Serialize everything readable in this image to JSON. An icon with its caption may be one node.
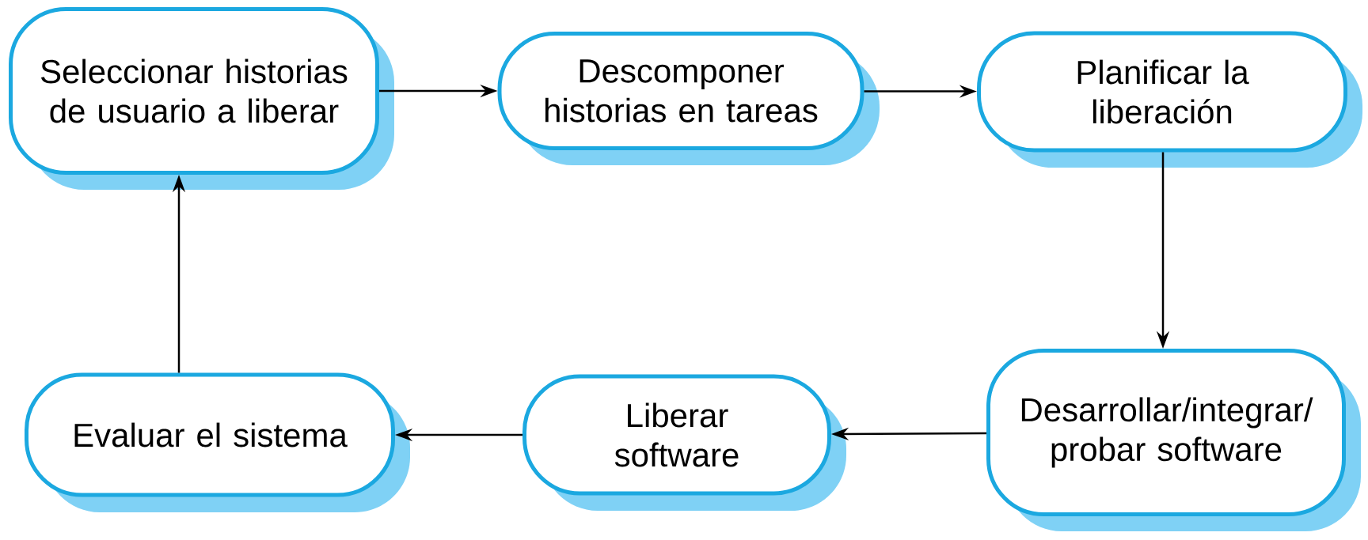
{
  "diagram": {
    "nodes": [
      {
        "text": [
          "Seleccionar historias de usuario a liberar"
        ]
      },
      {
        "text": [
          "Descomponer historias en tareas"
        ]
      },
      {
        "text": [
          "Planificar la liberación"
        ]
      },
      {
        "text": [
          "Desarrollar/integrar/ probar software"
        ]
      },
      {
        "text": [
          "Liberar software"
        ]
      },
      {
        "text": [
          "Evaluar el sistema"
        ]
      }
    ],
    "edges": [
      {
        "from": 0,
        "to": 1,
        "arrow": "to"
      },
      {
        "from": 1,
        "to": 2,
        "arrow": "to"
      },
      {
        "from": 2,
        "to": 3,
        "arrow": "to"
      },
      {
        "from": 3,
        "to": 4,
        "arrow": "to"
      },
      {
        "from": 4,
        "to": 5,
        "arrow": "to"
      },
      {
        "from": 5,
        "to": 0,
        "arrow": "to"
      }
    ]
  }
}
